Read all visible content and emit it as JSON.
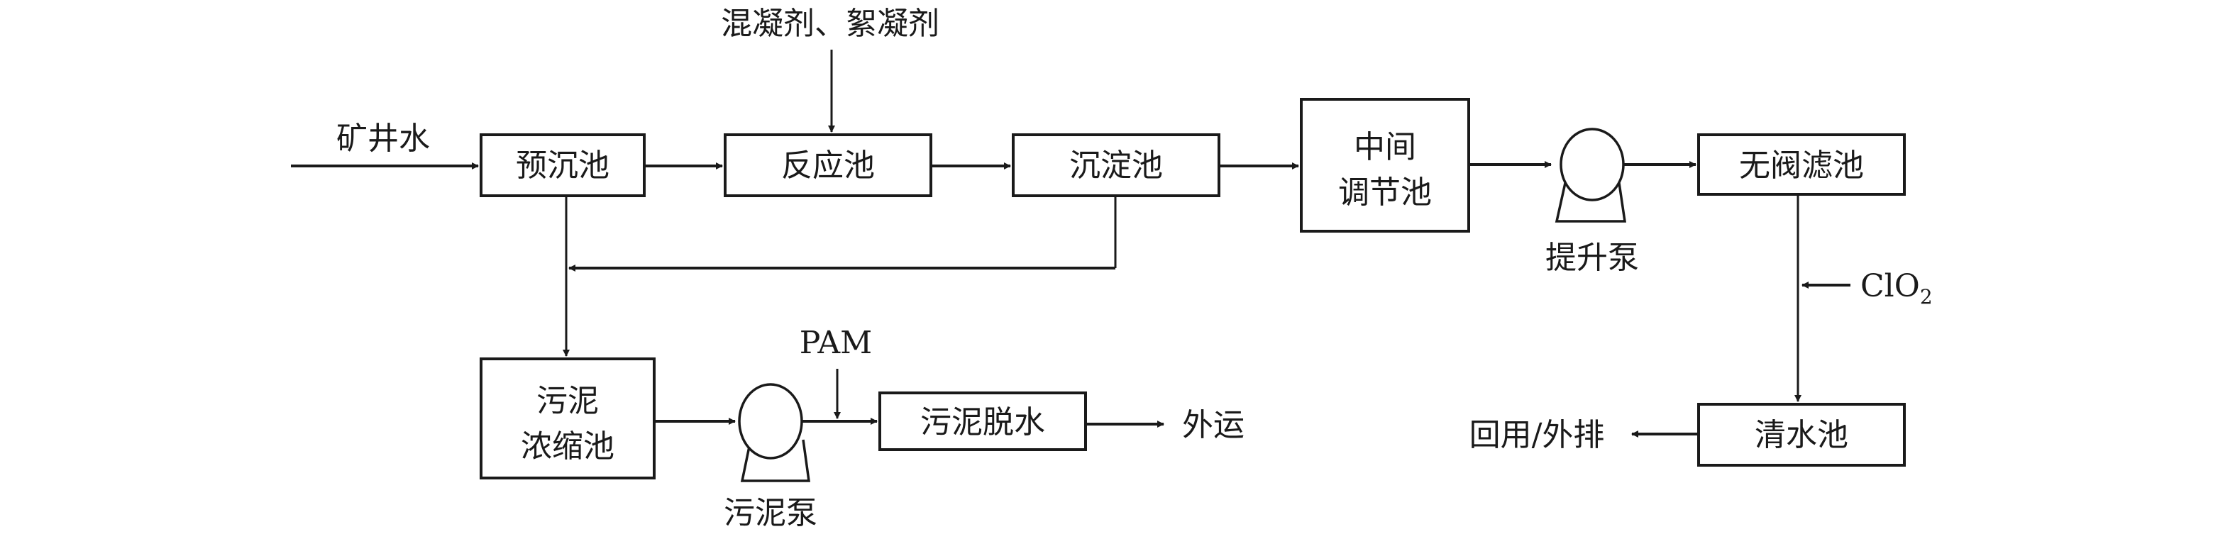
{
  "title": "矿井水处理工艺流程",
  "inputs": {
    "mine_water": "矿井水",
    "coagulants": "混凝剂、絮凝剂",
    "pam": "PAM",
    "clo2_main": "ClO",
    "clo2_sub": "2"
  },
  "units": {
    "pre_sedimentation": "预沉池",
    "reaction": "反应池",
    "sedimentation": "沉淀池",
    "intermediate_line1": "中间",
    "intermediate_line2": "调节池",
    "valveless_filter": "无阀滤池",
    "clear_water": "清水池",
    "sludge_thickener_line1": "污泥",
    "sludge_thickener_line2": "浓缩池",
    "sludge_dewatering": "污泥脱水"
  },
  "pumps": {
    "lift_pump": "提升泵",
    "sludge_pump": "污泥泵"
  },
  "outputs": {
    "reuse_discharge": "回用/外排",
    "transport_out": "外运"
  }
}
